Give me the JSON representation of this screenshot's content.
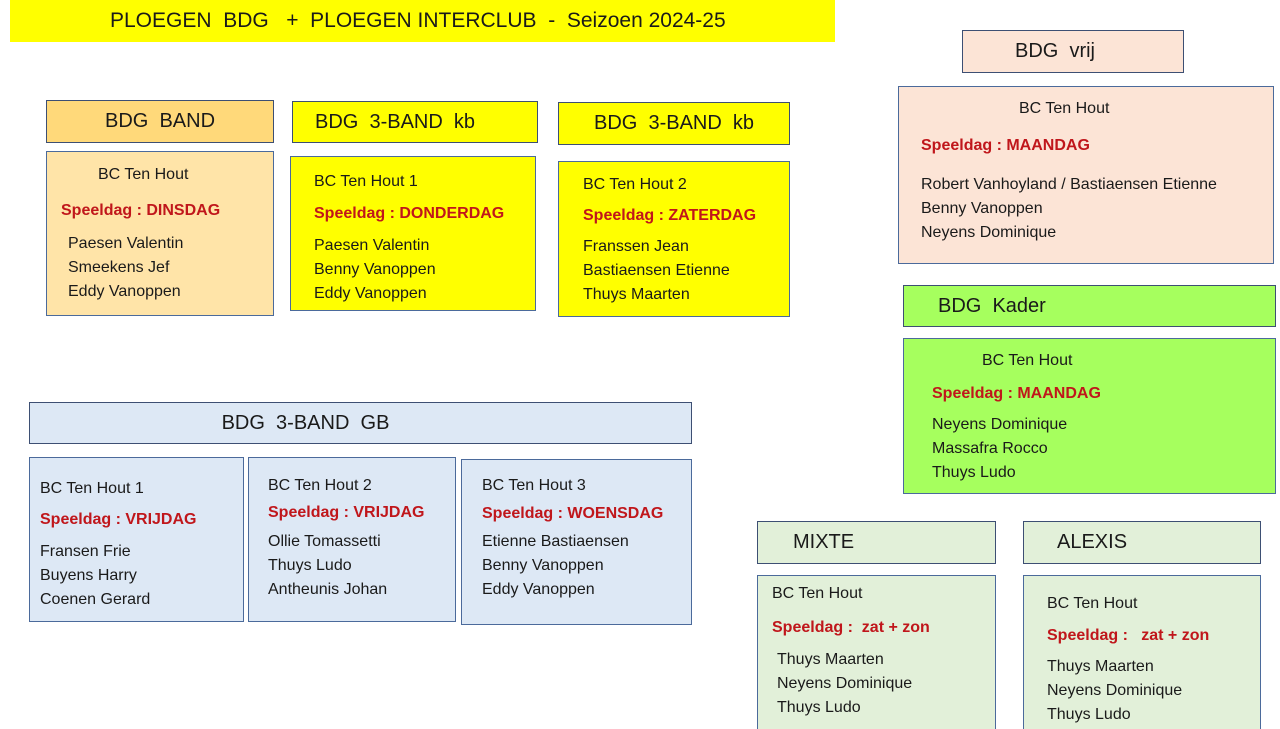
{
  "title": "PLOEGEN  BDG   +  PLOEGEN INTERCLUB  -  Seizoen 2024-25",
  "colors": {
    "title_bg": "#ffff00",
    "red": "#c0161b",
    "orange": "#ffd97a",
    "orange_light": "#ffe4a8",
    "yellow": "#ffff00",
    "peach": "#fce4d6",
    "green": "#a6ff5e",
    "blue_light": "#dde8f5",
    "mint": "#e2f0d9"
  },
  "bdg_band": {
    "header": "BDG  BAND",
    "club": "BC Ten Hout",
    "day": "Speeldag : DINSDAG",
    "players": [
      "Paesen Valentin",
      "Smeekens Jef",
      "Eddy Vanoppen"
    ]
  },
  "bdg_3band_kb_1": {
    "header": "BDG  3-BAND  kb",
    "club": "BC Ten Hout 1",
    "day": "Speeldag : DONDERDAG",
    "players": [
      "Paesen Valentin",
      "Benny Vanoppen",
      "Eddy Vanoppen"
    ]
  },
  "bdg_3band_kb_2": {
    "header": "BDG  3-BAND  kb",
    "club": "BC Ten Hout 2",
    "day": "Speeldag : ZATERDAG",
    "players": [
      "Franssen Jean",
      "Bastiaensen Etienne",
      "Thuys Maarten"
    ]
  },
  "bdg_vrij": {
    "header": "BDG  vrij",
    "club": "BC Ten Hout",
    "day": "Speeldag : MAANDAG",
    "players": [
      "Robert Vanhoyland / Bastiaensen Etienne",
      "Benny Vanoppen",
      "Neyens Dominique"
    ]
  },
  "bdg_kader": {
    "header": "BDG  Kader",
    "club": "BC Ten Hout",
    "day": "Speeldag : MAANDAG",
    "players": [
      "Neyens Dominique",
      "Massafra Rocco",
      "Thuys Ludo"
    ]
  },
  "bdg_3band_gb": {
    "header": "BDG  3-BAND  GB",
    "teams": [
      {
        "club": "BC Ten Hout 1",
        "day": "Speeldag : VRIJDAG",
        "players": [
          "Fransen Frie",
          "Buyens Harry",
          "Coenen Gerard"
        ]
      },
      {
        "club": "BC Ten Hout 2",
        "day": "Speeldag : VRIJDAG",
        "players": [
          "Ollie Tomassetti",
          "Thuys Ludo",
          "Antheunis Johan"
        ]
      },
      {
        "club": "BC Ten Hout 3",
        "day": "Speeldag : WOENSDAG",
        "players": [
          "Etienne Bastiaensen",
          "Benny Vanoppen",
          "Eddy Vanoppen"
        ]
      }
    ]
  },
  "mixte": {
    "header": "MIXTE",
    "club": "BC Ten Hout",
    "day": "Speeldag :  zat + zon",
    "players": [
      "Thuys Maarten",
      "Neyens Dominique",
      "Thuys Ludo"
    ]
  },
  "alexis": {
    "header": "ALEXIS",
    "club": "BC Ten Hout",
    "day": "Speeldag :   zat + zon",
    "players": [
      "Thuys Maarten",
      "Neyens Dominique",
      "Thuys Ludo"
    ]
  }
}
